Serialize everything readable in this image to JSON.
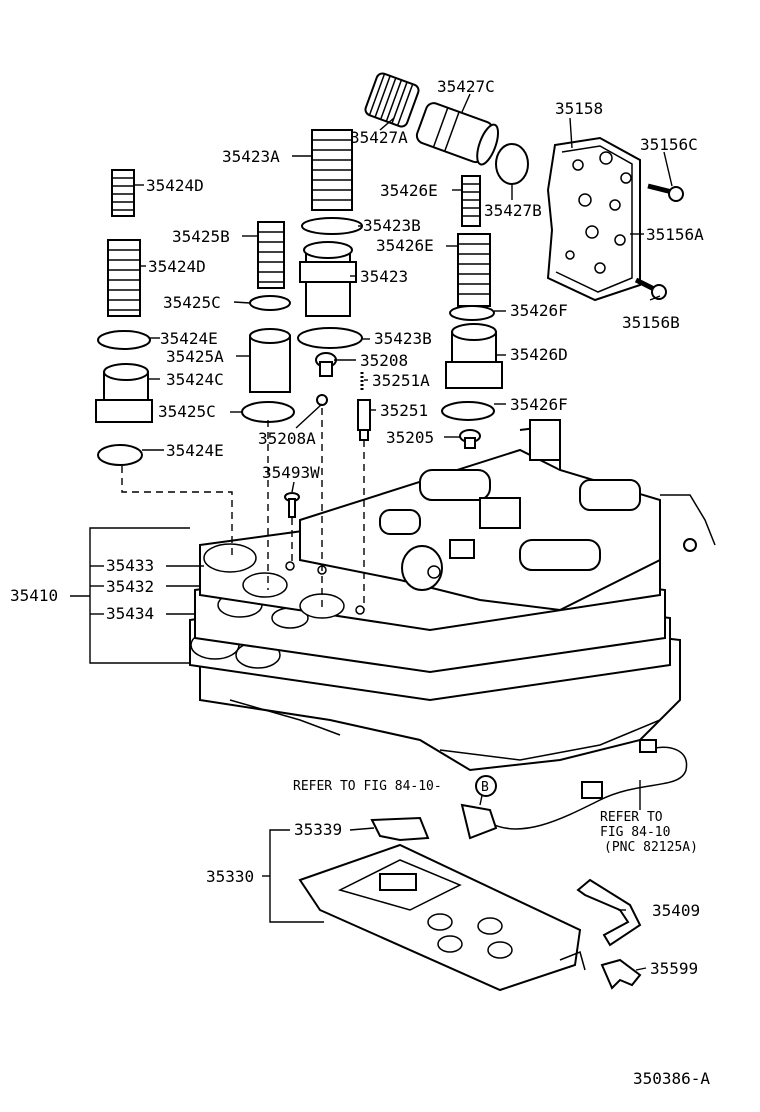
{
  "labels": {
    "p35427C": "35427C",
    "p35427A": "35427A",
    "p35158": "35158",
    "p35156C": "35156C",
    "p35423A": "35423A",
    "p35424D_1": "35424D",
    "p35426E_1": "35426E",
    "p35427B": "35427B",
    "p35423B_1": "35423B",
    "p35425B": "35425B",
    "p35156A": "35156A",
    "p35426E_2": "35426E",
    "p35424D_2": "35424D",
    "p35423": "35423",
    "p35425C_1": "35425C",
    "p35426F_1": "35426F",
    "p35156B": "35156B",
    "p35424E_1": "35424E",
    "p35423B_2": "35423B",
    "p35425A": "35425A",
    "p35208": "35208",
    "p35426D": "35426D",
    "p35424C": "35424C",
    "p35251A": "35251A",
    "p35425C_2": "35425C",
    "p35251": "35251",
    "p35426F_2": "35426F",
    "p35208A": "35208A",
    "p35205": "35205",
    "p35424E_2": "35424E",
    "p35493W": "35493W",
    "p35433": "35433",
    "p35410": "35410",
    "p35432": "35432",
    "p35434": "35434",
    "refer1": "REFER TO FIG 84-10-",
    "refer1_badge": "B",
    "refer2_line1": "REFER TO",
    "refer2_line2": "FIG 84-10",
    "refer2_line3": "(PNC 82125A)",
    "p35339": "35339",
    "p35330": "35330",
    "p35409": "35409",
    "p35599": "35599",
    "figure_id": "350386-A"
  }
}
